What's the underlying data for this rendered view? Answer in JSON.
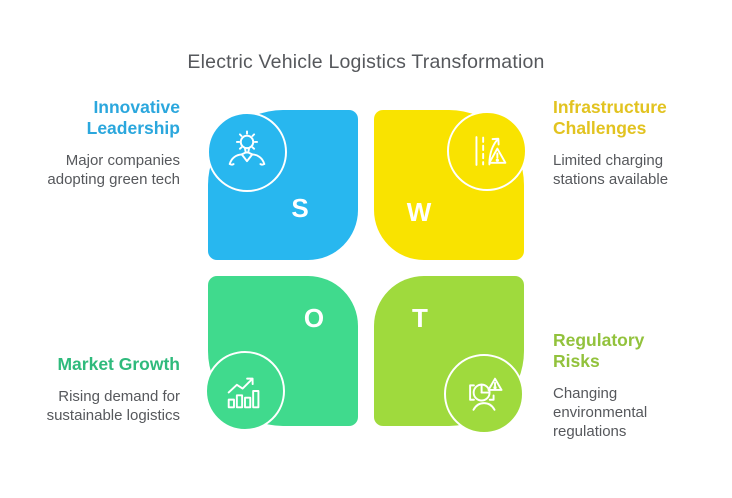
{
  "title": "Electric Vehicle Logistics Transformation",
  "colors": {
    "background": "#ffffff",
    "title_text": "#56585c",
    "body_text": "#56585c",
    "letter_text": "#ffffff"
  },
  "quadrants": [
    {
      "id": "strengths",
      "letter": "S",
      "heading": "Innovative Leadership",
      "description": "Major companies adopting green tech",
      "petal_color": "#28b7ef",
      "heading_color": "#2ba7dd",
      "icon": "leadership-idea-icon"
    },
    {
      "id": "weaknesses",
      "letter": "W",
      "heading": "Infrastructure Challenges",
      "description": "Limited charging stations available",
      "petal_color": "#f9e300",
      "heading_color": "#e2c320",
      "icon": "road-warning-icon"
    },
    {
      "id": "opportunities",
      "letter": "O",
      "heading": "Market Growth",
      "description": "Rising demand for sustainable logistics",
      "petal_color": "#40da8d",
      "heading_color": "#2fba7c",
      "icon": "growth-chart-icon"
    },
    {
      "id": "threats",
      "letter": "T",
      "heading": "Regulatory Risks",
      "description": "Changing environmental regulations",
      "petal_color": "#9fda3d",
      "heading_color": "#92c23c",
      "icon": "pie-warning-icon"
    }
  ]
}
